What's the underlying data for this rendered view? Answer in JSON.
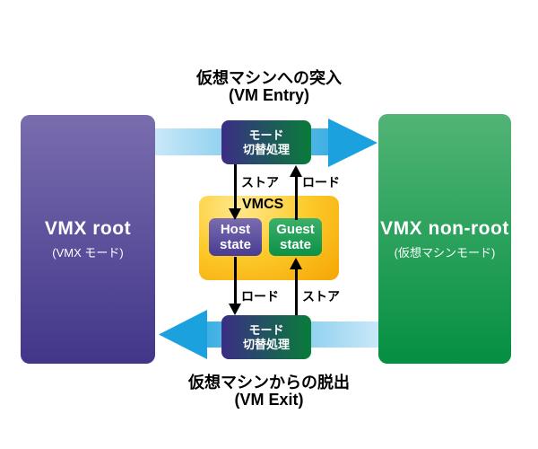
{
  "titles": {
    "vm_entry": {
      "line1": "仮想マシンへの突入",
      "line2": "(VM Entry)"
    },
    "vm_exit": {
      "line1": "仮想マシンからの脱出",
      "line2": "(VM Exit)"
    }
  },
  "vmx_root": {
    "title": "VMX root",
    "subtitle": "(VMX モード)"
  },
  "vmx_non_root": {
    "title": "VMX non-root",
    "subtitle": "(仮想マシンモード)"
  },
  "mode_switch_top": {
    "line1": "モード",
    "line2": "切替処理"
  },
  "mode_switch_bottom": {
    "line1": "モード",
    "line2": "切替処理"
  },
  "vmcs": {
    "label": "VMCS",
    "host_state": {
      "line1": "Host",
      "line2": "state"
    },
    "guest_state": {
      "line1": "Guest",
      "line2": "state"
    }
  },
  "connector_labels": {
    "entry_store": "ストア",
    "entry_load": "ロード",
    "exit_load": "ロード",
    "exit_store": "ストア"
  },
  "colors": {
    "vmx_root_top": "#7a6dae",
    "vmx_root_bottom": "#41368a",
    "vmx_non_root_top": "#52b476",
    "vmx_non_root_bottom": "#048f42",
    "mode_switch_left": "#3b2d85",
    "mode_switch_right": "#087c3a",
    "vmcs_light": "#ffe98f",
    "vmcs_dark": "#f5a503",
    "host_state_top": "#7a6cb0",
    "host_state_bottom": "#493c92",
    "guest_state_top": "#3cb06a",
    "guest_state_bottom": "#0c9147",
    "transition_arrow_light": "#c9e8f8",
    "transition_arrow_dark": "#1ba2de",
    "connector": "#000000"
  }
}
